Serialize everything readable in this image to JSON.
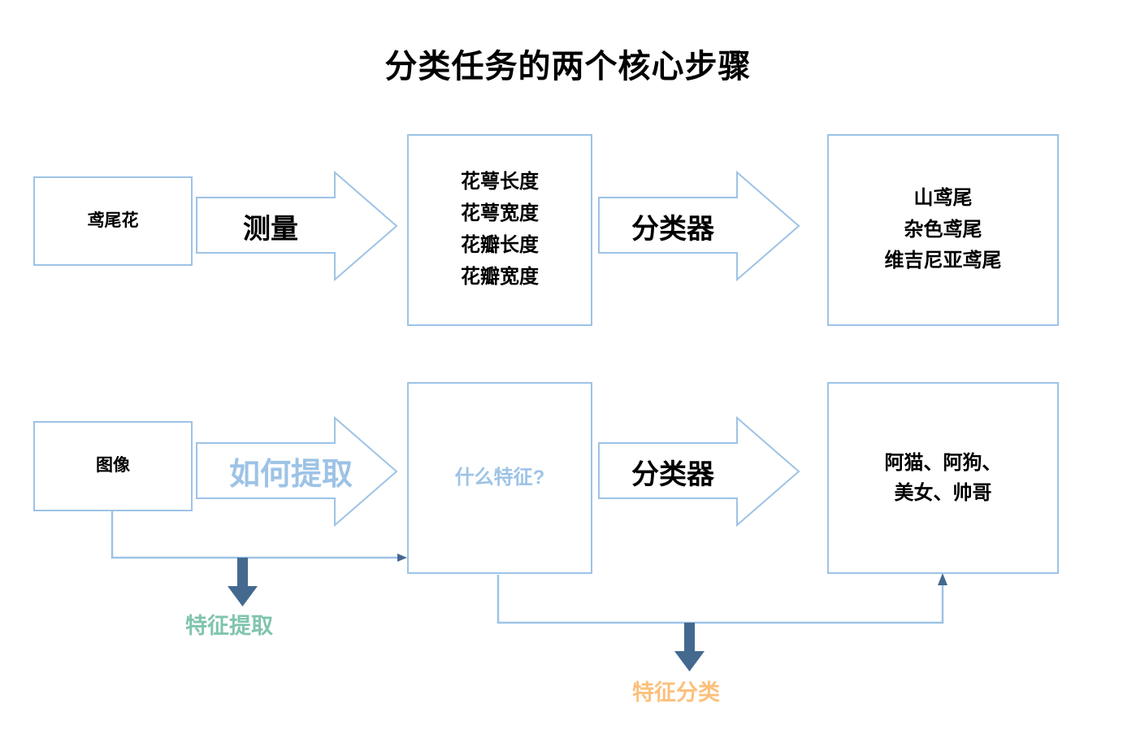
{
  "page": {
    "title": "分类任务的两个核心步骤"
  },
  "colors": {
    "box_border": "#9dc3e6",
    "arrow_outline": "#9dc3e6",
    "connector_line": "#9dc3e6",
    "connector_arrowhead": "#44698f",
    "text_dark": "#000000",
    "text_light_blue": "#9dc3e6",
    "label_green": "#7fc4ae",
    "label_orange": "#fbc07c",
    "background": "#ffffff"
  },
  "row1": {
    "input_box": {
      "lines": [
        "鸢尾花"
      ]
    },
    "arrow1": {
      "label": "测量"
    },
    "feature_box": {
      "lines": [
        "花萼长度",
        "花萼宽度",
        "花瓣长度",
        "花瓣宽度"
      ]
    },
    "arrow2": {
      "label": "分类器"
    },
    "output_box": {
      "lines": [
        "山鸢尾",
        "杂色鸢尾",
        "维吉尼亚鸢尾"
      ]
    }
  },
  "row2": {
    "input_box": {
      "lines": [
        "图像"
      ]
    },
    "arrow1": {
      "label": "如何提取"
    },
    "feature_box": {
      "lines": [
        "什么特征?"
      ]
    },
    "arrow2": {
      "label": "分类器"
    },
    "output_box": {
      "lines": [
        "阿猫、阿狗、",
        "美女、帅哥"
      ]
    }
  },
  "connectors": {
    "feature_extraction": {
      "label": "特征提取"
    },
    "feature_classification": {
      "label": "特征分类"
    }
  }
}
